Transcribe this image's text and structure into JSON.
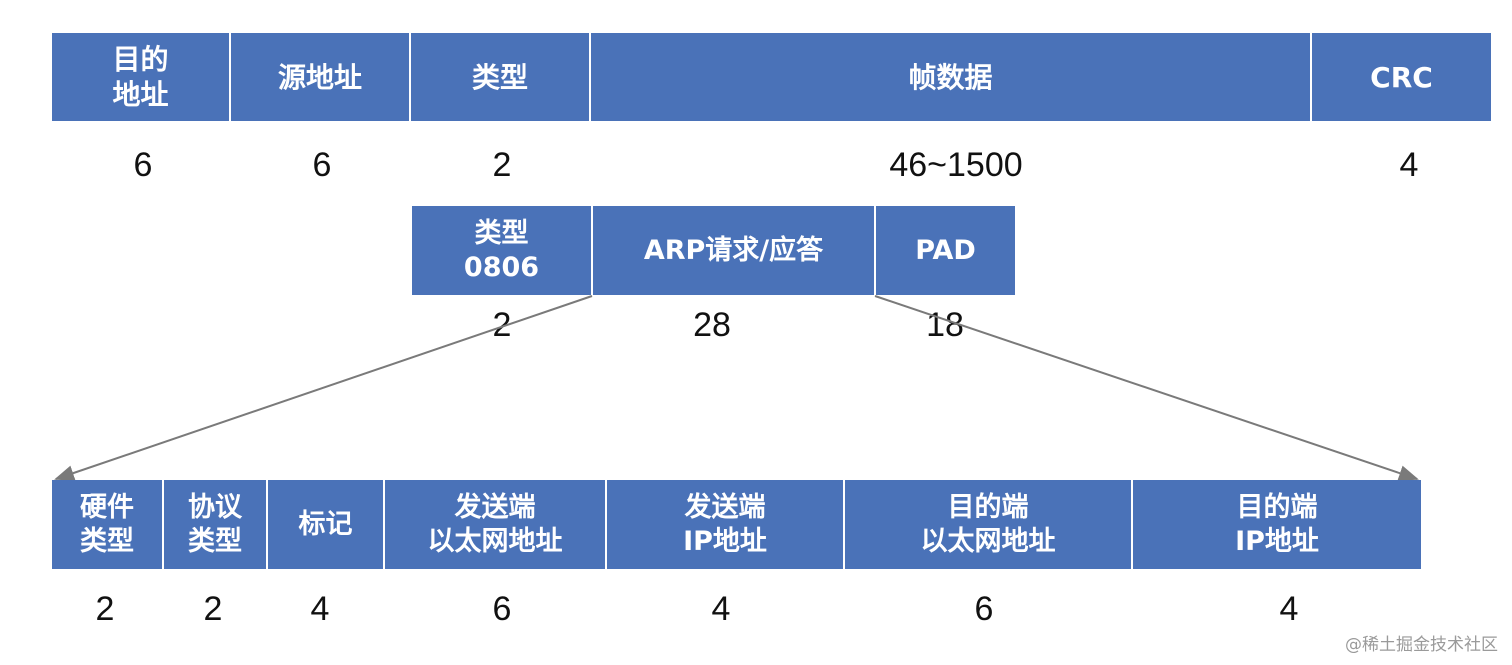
{
  "ethernet_frame": {
    "fields": [
      {
        "label": "目的\n地址",
        "size": "6"
      },
      {
        "label": "源地址",
        "size": "6"
      },
      {
        "label": "类型",
        "size": "2"
      },
      {
        "label": "帧数据",
        "size": "46~1500"
      },
      {
        "label": "CRC",
        "size": "4"
      }
    ]
  },
  "frame_data": {
    "fields": [
      {
        "label": "类型\n0806",
        "size": "2"
      },
      {
        "label": "ARP请求/应答",
        "size": "28"
      },
      {
        "label": "PAD",
        "size": "18"
      }
    ]
  },
  "arp_packet": {
    "fields": [
      {
        "label": "硬件\n类型",
        "size": "2"
      },
      {
        "label": "协议\n类型",
        "size": "2"
      },
      {
        "label": "标记",
        "size": "4"
      },
      {
        "label": "发送端\n以太网地址",
        "size": "6"
      },
      {
        "label": "发送端\nIP地址",
        "size": "4"
      },
      {
        "label": "目的端\n以太网地址",
        "size": "6"
      },
      {
        "label": "目的端\nIP地址",
        "size": "4"
      }
    ]
  },
  "watermark": "@稀土掘金技术社区",
  "colors": {
    "field_fill": "#4a72b8",
    "field_text": "#ffffff",
    "connector": "#7a7a7a"
  }
}
